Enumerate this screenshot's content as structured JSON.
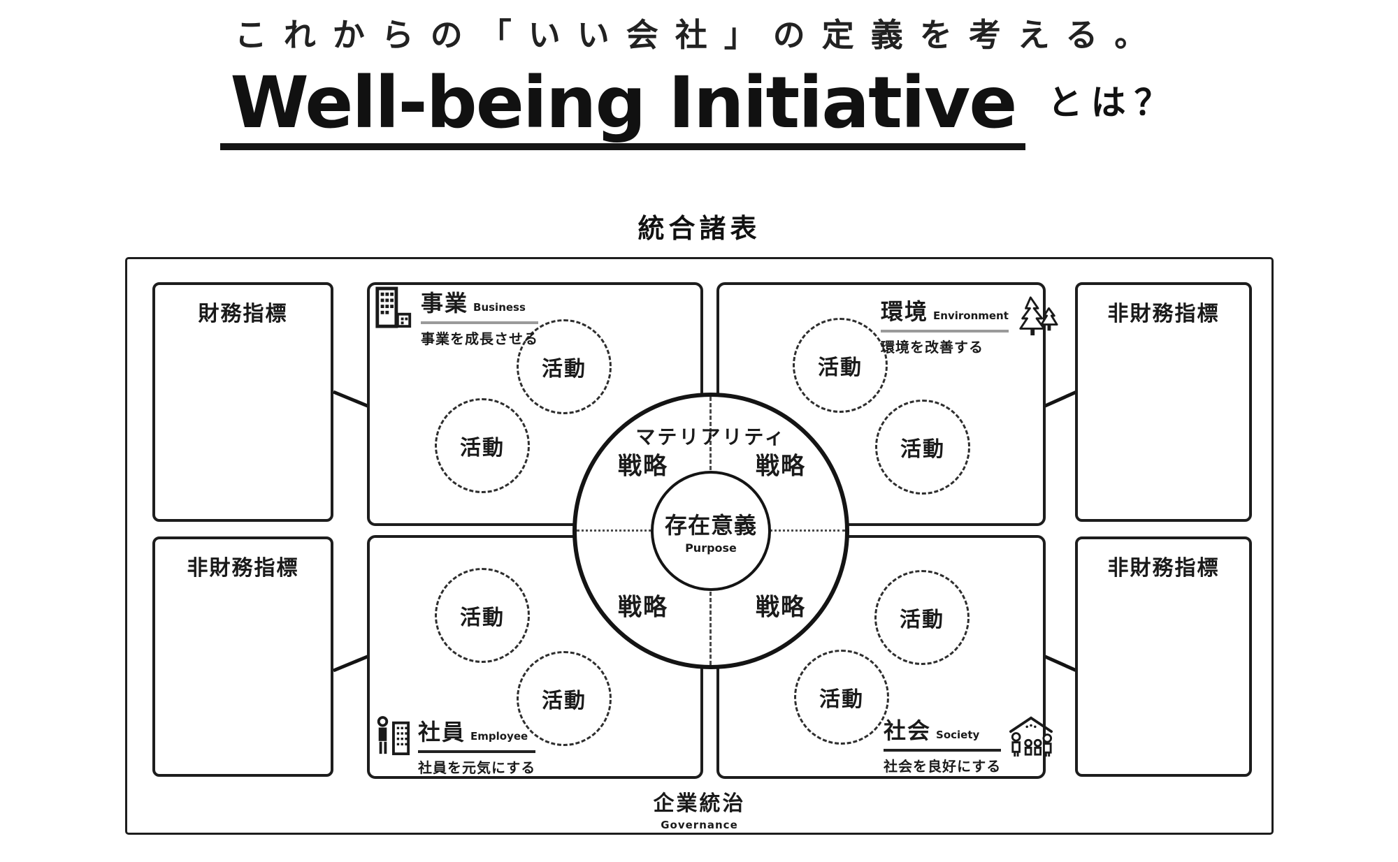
{
  "header": {
    "subtitle": "これからの「いい会社」の定義を考える。",
    "title_en": "Well-being Initiative",
    "title_suffix": "とは？"
  },
  "board": {
    "title": "統合諸表",
    "metric_boxes": [
      {
        "position": "top-left",
        "label": "財務指標"
      },
      {
        "position": "bottom-left",
        "label": "非財務指標"
      },
      {
        "position": "top-right",
        "label": "非財務指標"
      },
      {
        "position": "bottom-right",
        "label": "非財務指標"
      }
    ],
    "quadrants": [
      {
        "name": "business",
        "title_jp": "事業",
        "title_en": "Business",
        "subtitle": "事業を成長させる",
        "icon": "building-icon"
      },
      {
        "name": "environment",
        "title_jp": "環境",
        "title_en": "Environment",
        "subtitle": "環境を改善する",
        "icon": "trees-icon"
      },
      {
        "name": "employee",
        "title_jp": "社員",
        "title_en": "Employee",
        "subtitle": "社員を元気にする",
        "icon": "employee-icon"
      },
      {
        "name": "society",
        "title_jp": "社会",
        "title_en": "Society",
        "subtitle": "社会を良好にする",
        "icon": "family-icon"
      }
    ],
    "labels": {
      "activity": "活動",
      "strategy": "戦略",
      "materiality": "マテリアリティ",
      "purpose_jp": "存在意義",
      "purpose_en": "Purpose"
    },
    "governance": {
      "jp": "企業統治",
      "en": "Governance"
    }
  },
  "colors": {
    "ink": "#1a1a1a",
    "rule_gray": "#9a9a9a",
    "rule_dark": "#222222",
    "background": "#ffffff"
  }
}
